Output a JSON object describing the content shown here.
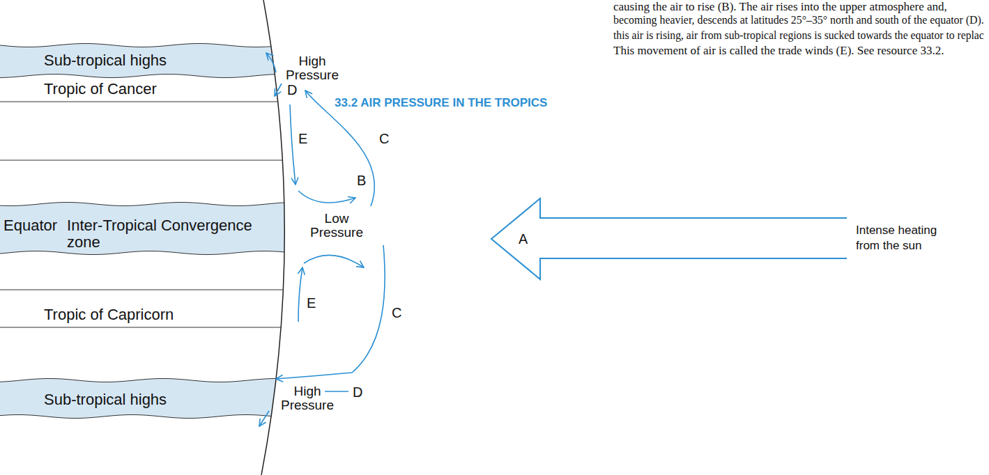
{
  "diagram": {
    "title": "33.2 AIR PRESSURE IN THE TROPICS",
    "nodes": [
      {
        "text": [
          "Sub-tropical highs"
        ]
      },
      {
        "text": [
          "Equator",
          "Inter-Tropical Convergence zone"
        ]
      },
      {
        "text": [
          "Sub-tropical highs"
        ]
      },
      {
        "text": [
          "A"
        ]
      }
    ],
    "labels": [
      "causing the air to rise (B). The air rises into the upper atmosphere and,",
      "becoming heavier, descends at latitudes 25°–35° north and south of the equator (D).",
      "this air is rising, air from sub-tropical regions is sucked towards the equator to replac",
      "This movement of air is called the trade winds (E). See resource 33.2.",
      "High Pressure",
      "D",
      "Tropic of Cancer",
      "C",
      "E",
      "B",
      "Low Pressure",
      "E",
      "C",
      "Tropic of Capricorn",
      "High Pressure",
      "D",
      "Intense heating from the sun"
    ]
  }
}
